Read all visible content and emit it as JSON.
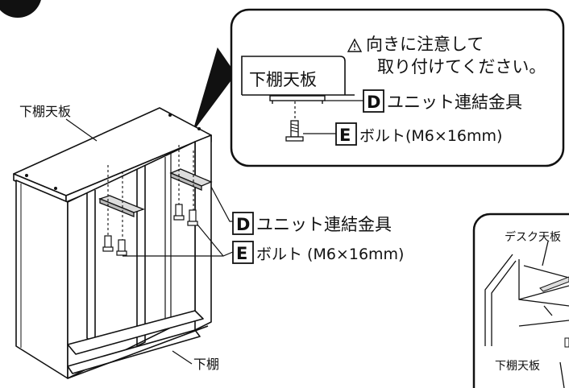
{
  "callout": {
    "warning_icon": "warning-triangle-icon",
    "warning_line1": "向きに注意して",
    "warning_line2": "取り付けてください。",
    "top_panel_label": "下棚天板",
    "part_d_letter": "D",
    "part_d_name": "ユニット連結金具",
    "part_e_letter": "E",
    "part_e_name": "ボルト(M6×16mm)"
  },
  "main": {
    "top_panel_label": "下棚天板",
    "part_d_letter": "D",
    "part_d_name": "ユニット連結金具",
    "part_e_letter": "E",
    "part_e_name": "ボルト (M6×16mm)",
    "lower_shelf_label": "下棚"
  },
  "inset": {
    "desk_top_label": "デスク天板",
    "lower_top_label": "下棚天板"
  },
  "colors": {
    "line": "#111111",
    "background": "#ffffff",
    "part_fill": "#cccccc"
  }
}
